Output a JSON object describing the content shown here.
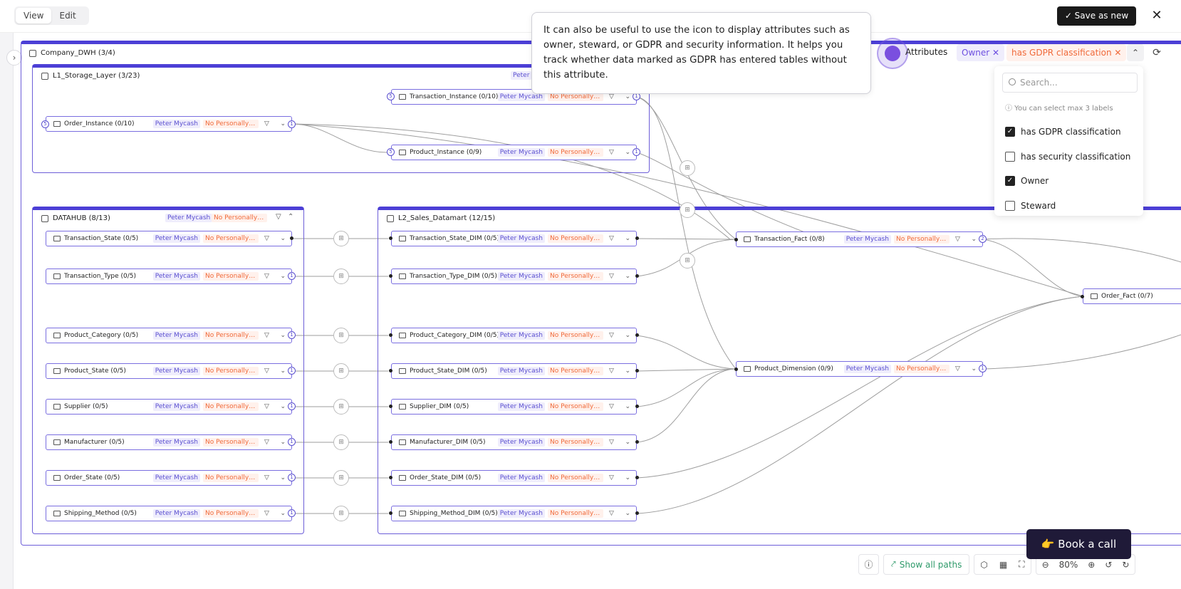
{
  "topbar": {
    "view": "View",
    "edit": "Edit",
    "save": "✓ Save as new",
    "close": "✕"
  },
  "tooltip": {
    "text": "It can also be useful to use the icon to display attributes such as owner, steward, or GDPR and security information. It helps you track whether data marked as GDPR has entered tables without this attribute."
  },
  "attributes": {
    "label": "Attributes",
    "chips": [
      "Owner ✕",
      "has GDPR classification ✕"
    ],
    "dropdown": {
      "search_placeholder": "Search...",
      "hint": "ⓘ You can select max 3 labels",
      "options": [
        {
          "label": "has GDPR classification",
          "checked": true
        },
        {
          "label": "has security classification",
          "checked": false
        },
        {
          "label": "Owner",
          "checked": true
        },
        {
          "label": "Steward",
          "checked": false
        }
      ]
    }
  },
  "canvas": {
    "root": "Company_DWH (3/4)",
    "groups": {
      "l1": "L1_Storage_Layer (3/23)",
      "datahub": "DATAHUB (8/13)",
      "l2": "L2_Sales_Datamart (12/15)",
      "l1_owner_partial": "Peter"
    },
    "owner": "Peter Mycash",
    "gdpr": "No Personally Id...",
    "nodes": {
      "transaction_instance": "Transaction_Instance (0/10)",
      "order_instance": "Order_Instance (0/10)",
      "product_instance": "Product_Instance (0/9)",
      "hub": [
        "Transaction_State (0/5)",
        "Transaction_Type (0/5)",
        "Product_Category (0/5)",
        "Product_State (0/5)",
        "Supplier (0/5)",
        "Manufacturer (0/5)",
        "Order_State (0/5)",
        "Shipping_Method (0/5)"
      ],
      "dim": [
        "Transaction_State_DIM (0/5)",
        "Transaction_Type_DIM (0/5)",
        "Product_Category_DIM (0/5)",
        "Product_State_DIM (0/5)",
        "Supplier_DIM (0/5)",
        "Manufacturer_DIM (0/5)",
        "Order_State_DIM (0/5)",
        "Shipping_Method_DIM (0/5)"
      ],
      "transaction_fact": "Transaction_Fact (0/8)",
      "product_dimension": "Product_Dimension (0/9)",
      "order_fact": "Order_Fact (0/7)"
    },
    "ports": {
      "five": "5",
      "one": "1",
      "two": "2"
    }
  },
  "bottombar": {
    "info": "ⓘ",
    "show_paths": "Show all paths",
    "zoom": "80%"
  },
  "book_call": "👉 Book a call"
}
